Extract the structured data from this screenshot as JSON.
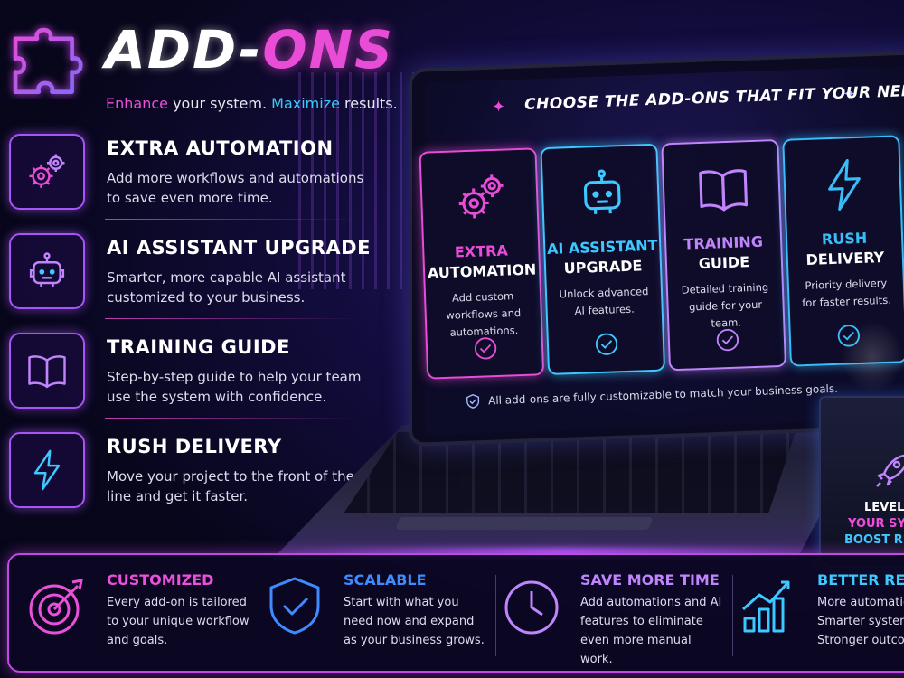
{
  "header": {
    "title_part1": "ADD-",
    "title_part2": "ONS",
    "subtitle_pink": "Enhance",
    "subtitle_mid": " your system. ",
    "subtitle_cyan": "Maximize",
    "subtitle_end": " results."
  },
  "features": [
    {
      "title": "EXTRA AUTOMATION",
      "desc": "Add more workflows and automations to save even more time.",
      "icon": "gears-icon"
    },
    {
      "title": "AI ASSISTANT UPGRADE",
      "desc": "Smarter, more capable AI assistant customized to your business.",
      "icon": "robot-icon"
    },
    {
      "title": "TRAINING GUIDE",
      "desc": "Step-by-step guide to help your team use the system with confidence.",
      "icon": "book-icon"
    },
    {
      "title": "RUSH DELIVERY",
      "desc": "Move your project to the front of the line and get it faster.",
      "icon": "lightning-icon"
    }
  ],
  "screen": {
    "title": "CHOOSE THE ADD-ONS THAT FIT YOUR NEEDS",
    "cards": [
      {
        "line1": "EXTRA",
        "line2": "AUTOMATION",
        "desc": "Add custom workflows and automations.",
        "accent": "#e94cd6"
      },
      {
        "line1": "AI ASSISTANT",
        "line2": "UPGRADE",
        "desc": "Unlock advanced AI features.",
        "accent": "#3dc9ff"
      },
      {
        "line1": "TRAINING",
        "line2": "GUIDE",
        "desc": "Detailed training guide for your team.",
        "accent": "#c084fc"
      },
      {
        "line1": "RUSH",
        "line2": "DELIVERY",
        "desc": "Priority delivery for faster results.",
        "accent": "#38bdf8"
      }
    ],
    "note": "All add-ons are fully customizable to match your business goals."
  },
  "mug": {
    "line1": "LEVEL",
    "line2": "YOUR SYS",
    "line3": "BOOST RE"
  },
  "benefits": [
    {
      "title": "CUSTOMIZED",
      "desc": "Every add-on is tailored to your unique workflow and goals.",
      "color": "#ec4fd9",
      "icon": "target-icon"
    },
    {
      "title": "SCALABLE",
      "desc": "Start with what you need now and expand as your business grows.",
      "color": "#3d8bff",
      "icon": "shield-check-icon"
    },
    {
      "title": "SAVE MORE TIME",
      "desc": "Add automations and AI features to eliminate even more manual work.",
      "color": "#c084fc",
      "icon": "clock-icon"
    },
    {
      "title": "BETTER RESU",
      "desc": "More automatio Smarter system Stronger outcom",
      "color": "#3dc9ff",
      "icon": "bar-chart-icon"
    }
  ],
  "colors": {
    "pink": "#e94cd6",
    "cyan": "#3dc9ff",
    "purple": "#a855f7",
    "background": "#07061a"
  }
}
